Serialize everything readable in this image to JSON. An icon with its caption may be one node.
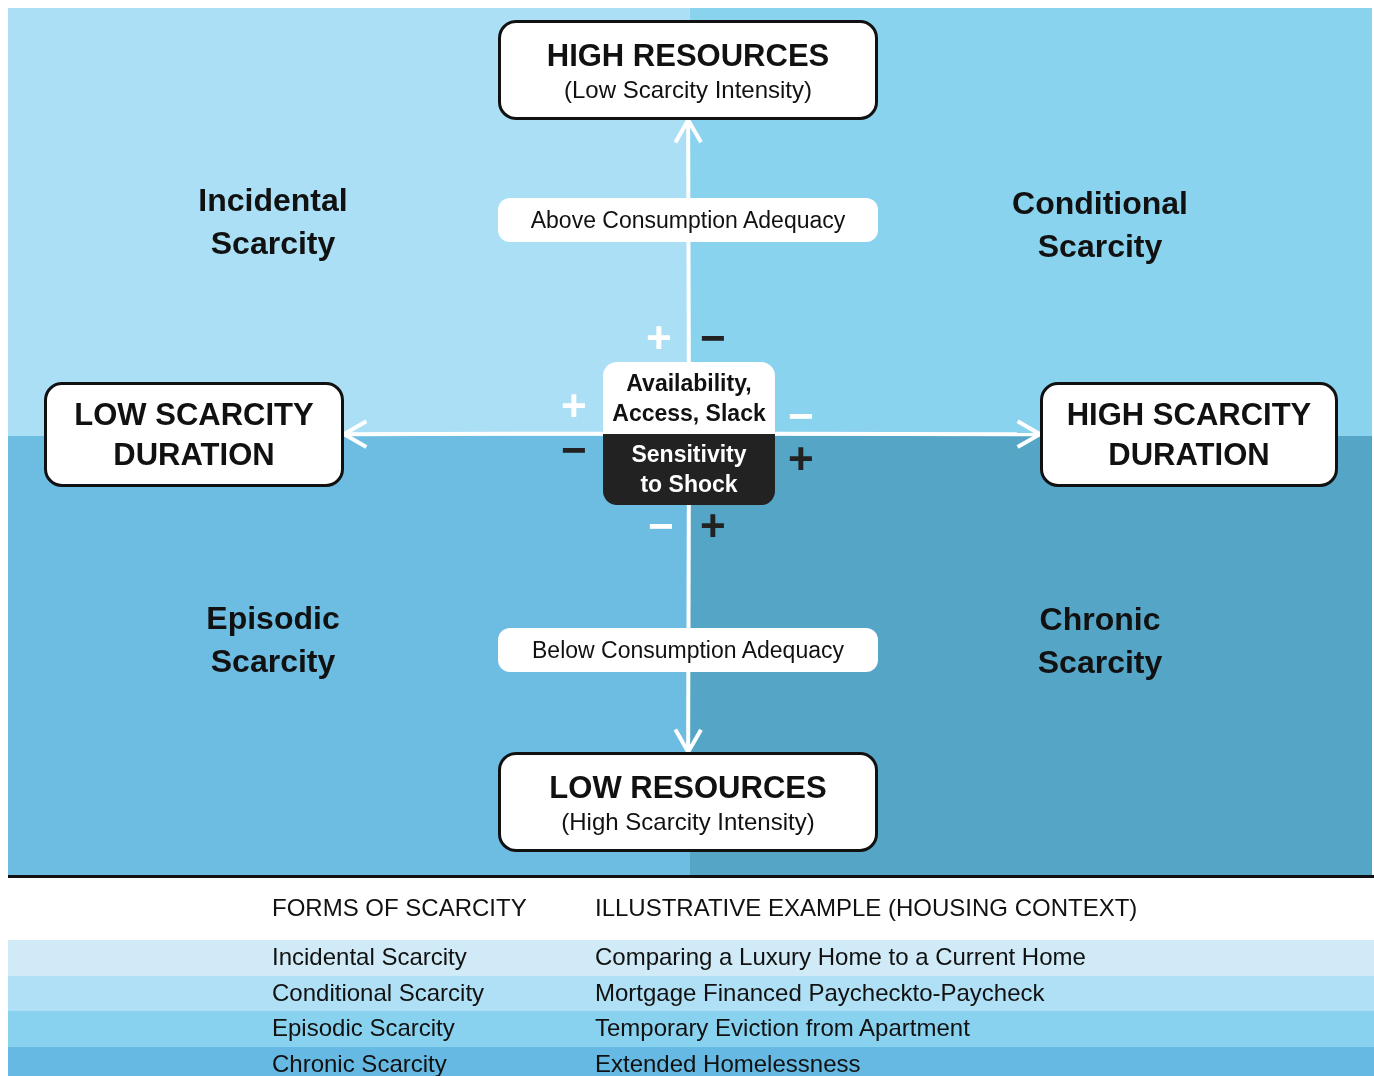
{
  "diagram": {
    "nodes": [
      {
        "text": [
          "Incidental Scarcity"
        ]
      },
      {
        "text": [
          "Conditional Scarcity"
        ]
      },
      {
        "text": [
          "Episodic Scarcity"
        ]
      },
      {
        "text": [
          "Chronic Scarcity"
        ]
      },
      {
        "text": [
          "HIGH RESOURCES",
          "(Low Scarcity Intensity)"
        ]
      },
      {
        "text": [
          "LOW SCARCITY DURATION"
        ]
      },
      {
        "text": [
          "Availability, Access, Slack",
          "Sensitivity to Shock"
        ]
      },
      {
        "text": [
          "HIGH SCARCITY DURATION"
        ]
      },
      {
        "text": [
          "LOW RESOURCES",
          "(High Scarcity Intensity)"
        ]
      }
    ],
    "edges": [
      {
        "from": 6,
        "to": 4,
        "arrow": "to",
        "label": "Above Consumption Adequacy"
      },
      {
        "from": 6,
        "to": 5,
        "arrow": "to"
      },
      {
        "from": 6,
        "to": 7,
        "arrow": "to"
      },
      {
        "from": 6,
        "to": 8,
        "arrow": "to",
        "label": "Below Consumption Adequacy"
      }
    ],
    "labels": [
      "+",
      "−",
      "+",
      "−",
      "−",
      "+",
      "−",
      "+",
      "FORMS OF SCARCITY",
      "ILLUSTRATIVE EXAMPLE (HOUSING CONTEXT)",
      "Incidental Scarcity",
      "Comparing a Luxury Home to a Current Home",
      "Conditional Scarcity",
      "Mortgage Financed Paycheckto-Paycheck",
      "Episodic Scarcity",
      "Temporary Eviction from Apartment",
      "Chronic Scarcity",
      "Extended Homelessness"
    ]
  }
}
